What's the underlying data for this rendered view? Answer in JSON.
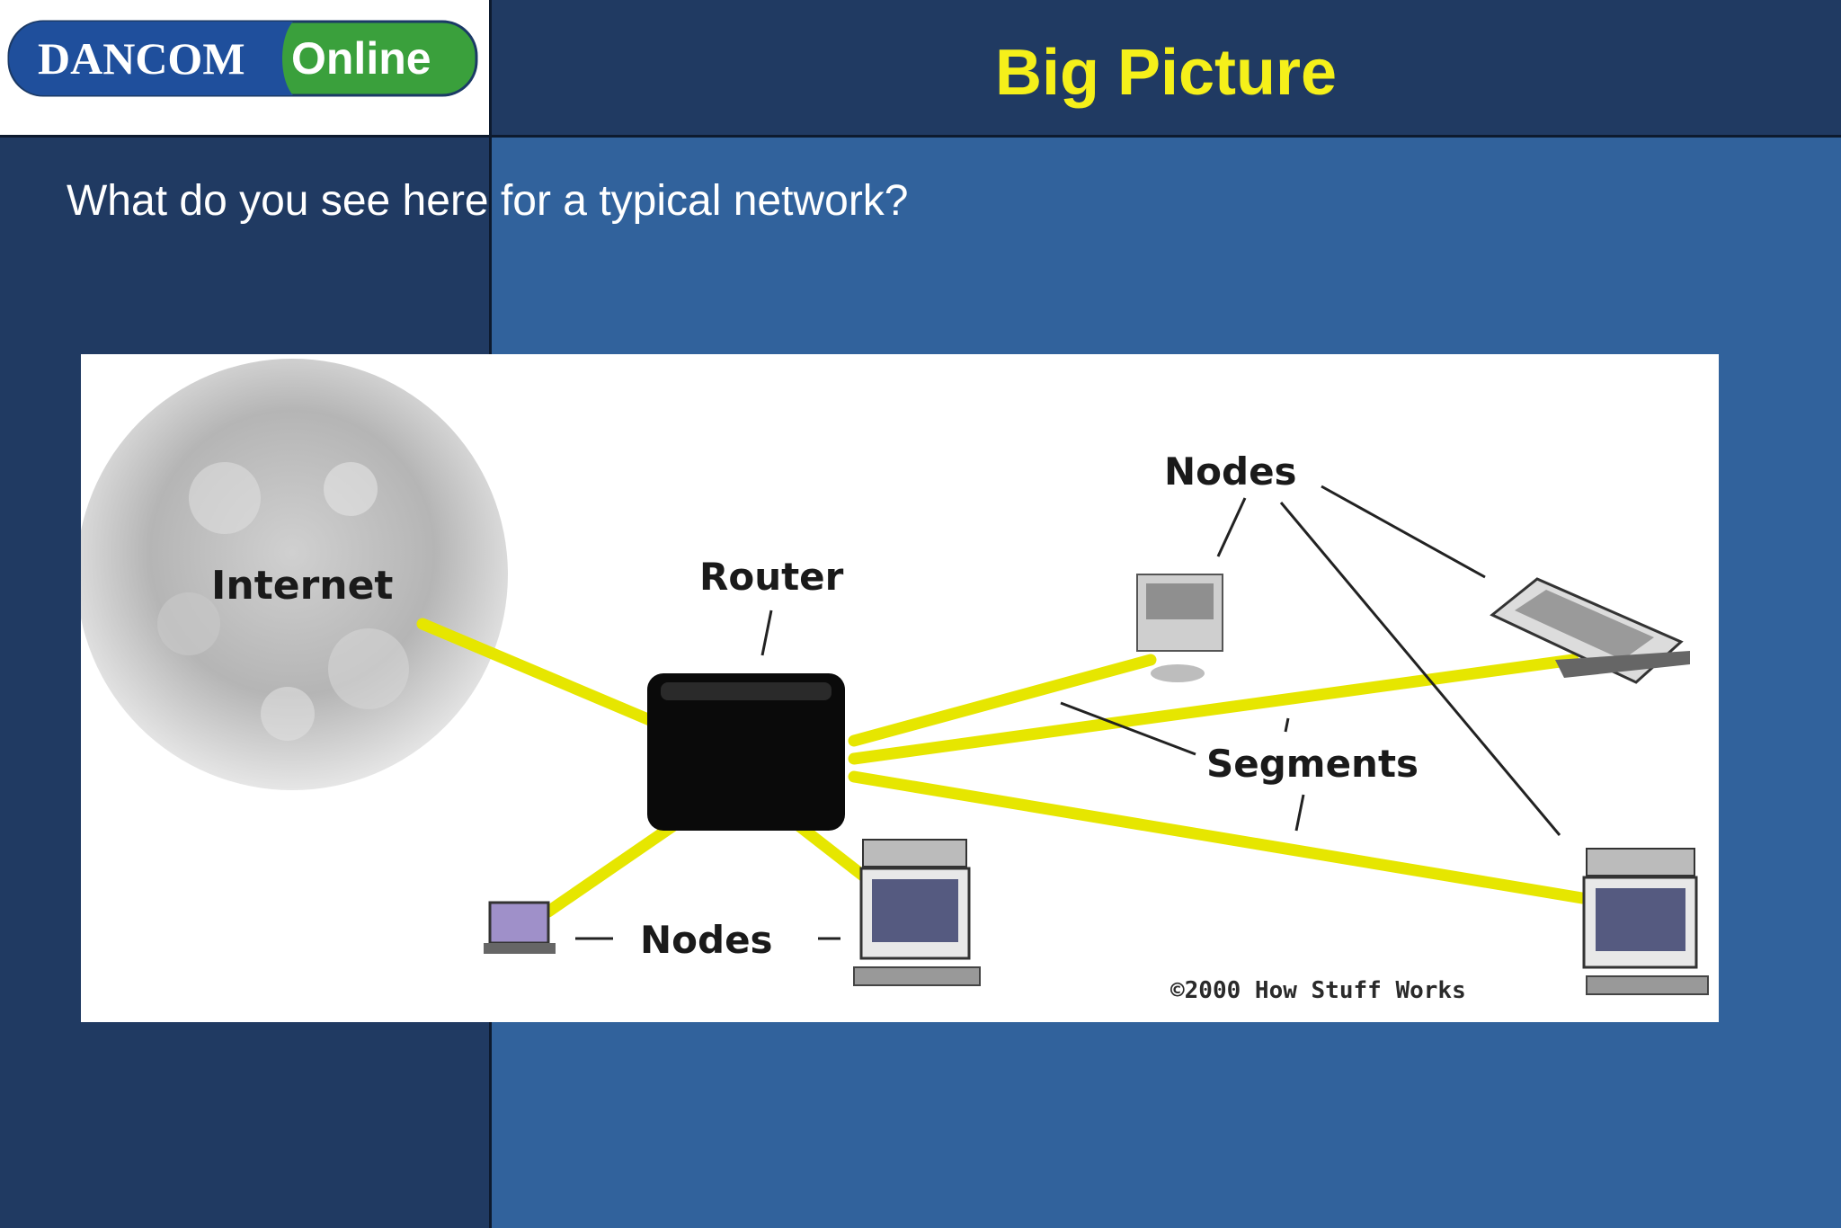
{
  "logo": {
    "part1": "DANCOM",
    "part2": "Online",
    "blue": "#1f4f9c",
    "green": "#3aa03c"
  },
  "header": {
    "title": "Big Picture",
    "title_color": "#f5f01a"
  },
  "body": {
    "question": "What do you see here for a typical network?"
  },
  "figure": {
    "labels": {
      "internet": "Internet",
      "router": "Router",
      "nodes_top": "Nodes",
      "segments": "Segments",
      "nodes_bottom": "Nodes",
      "copyright": "©2000 How Stuff Works"
    },
    "colors": {
      "cable": "#e6e600",
      "router": "#0a0a0a",
      "cloud": "#b9b9b9"
    },
    "icons": [
      "cloud-icon",
      "router-icon",
      "computer-icon",
      "printer-icon",
      "laptop-icon"
    ]
  }
}
